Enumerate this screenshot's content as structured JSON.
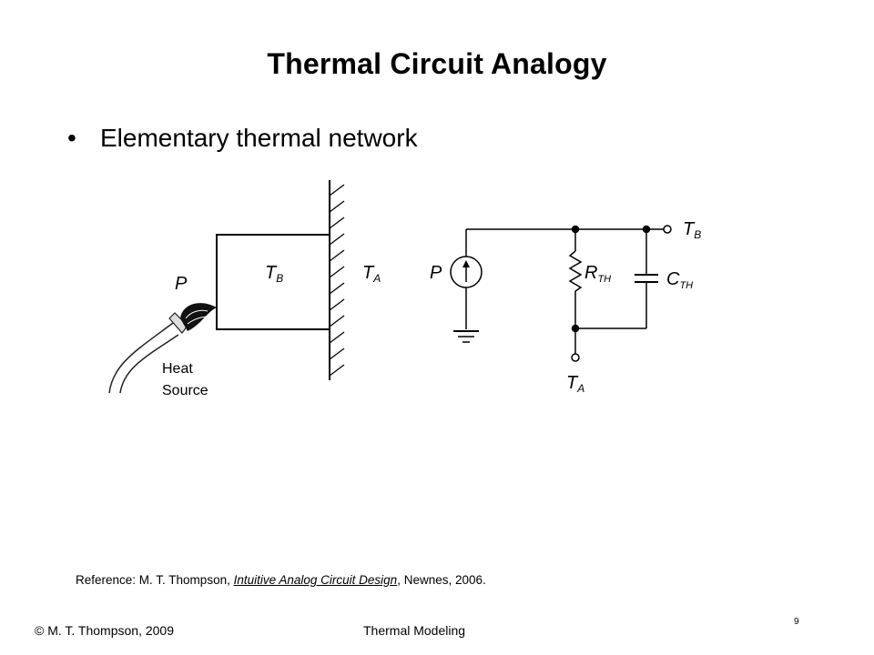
{
  "slide": {
    "title": "Thermal Circuit Analogy",
    "bullet": "Elementary thermal network"
  },
  "figure": {
    "left_labels": {
      "power": "P",
      "block_temp": "T",
      "block_temp_sub": "B",
      "ambient_temp": "T",
      "ambient_temp_sub": "A",
      "heat_source_line1": "Heat",
      "heat_source_line2": "Source"
    },
    "right_labels": {
      "power": "P",
      "node_top": "T",
      "node_top_sub": "B",
      "resistor": "R",
      "resistor_sub": "TH",
      "capacitor": "C",
      "capacitor_sub": "TH",
      "node_bottom": "T",
      "node_bottom_sub": "A"
    }
  },
  "reference": {
    "prefix": "Reference: M. T. Thompson, ",
    "book": "Intuitive Analog Circuit Design",
    "suffix": ", Newnes, 2006."
  },
  "footer": {
    "copyright": "© M. T. Thompson, 2009",
    "topic": "Thermal Modeling",
    "page_number": "9"
  }
}
